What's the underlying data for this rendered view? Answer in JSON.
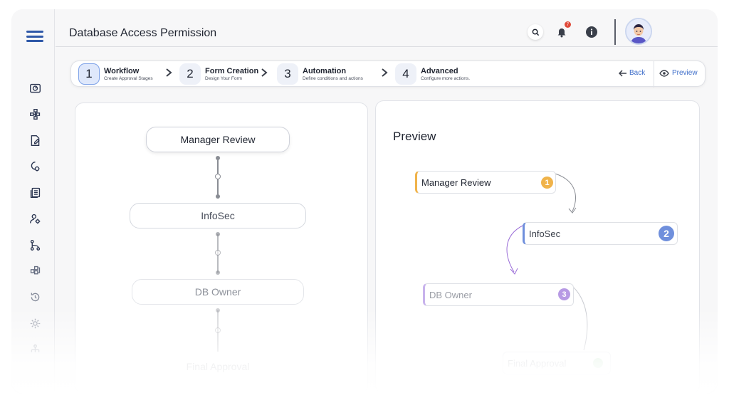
{
  "header": {
    "title": "Database Access Permission",
    "notification_count": "7"
  },
  "sidebar": {
    "items": [
      {
        "icon": "dashboard-icon"
      },
      {
        "icon": "workflow-icon"
      },
      {
        "icon": "form-edit-icon"
      },
      {
        "icon": "automation-icon"
      },
      {
        "icon": "documents-icon"
      },
      {
        "icon": "user-settings-icon"
      },
      {
        "icon": "hierarchy-icon"
      },
      {
        "icon": "modules-icon"
      },
      {
        "icon": "history-icon"
      },
      {
        "icon": "settings-icon"
      },
      {
        "icon": "org-icon"
      }
    ]
  },
  "stepper": {
    "steps": [
      {
        "num": "1",
        "title": "Workflow",
        "sub": "Create Approval Stages"
      },
      {
        "num": "2",
        "title": "Form Creation",
        "sub": "Design Your Form"
      },
      {
        "num": "3",
        "title": "Automation",
        "sub": "Define conditions and actions"
      },
      {
        "num": "4",
        "title": "Advanced",
        "sub": "Configure more actions."
      }
    ],
    "back_label": "Back",
    "preview_label": "Preview"
  },
  "workflow": {
    "stages": [
      "Manager Review",
      "InfoSec",
      "DB Owner",
      "Final Approval"
    ]
  },
  "preview": {
    "title": "Preview",
    "nodes": [
      {
        "label": "Manager Review",
        "num": "1",
        "color": "#f0b34a"
      },
      {
        "label": "InfoSec",
        "num": "2",
        "color": "#6f8fdc"
      },
      {
        "label": "DB Owner",
        "num": "3",
        "color": "#9b6ed8"
      },
      {
        "label": "Final Approval",
        "num": "",
        "color": "#5fb86a"
      }
    ]
  }
}
